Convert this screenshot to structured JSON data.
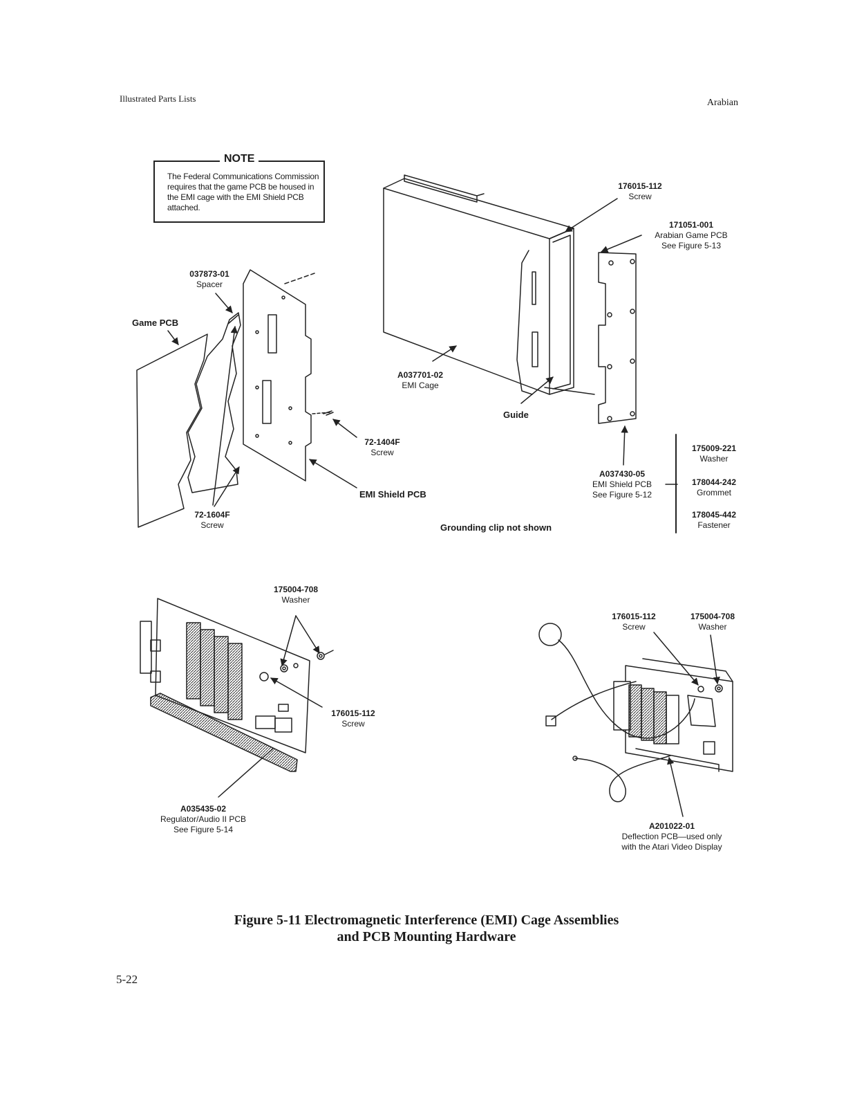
{
  "header": {
    "section": "Illustrated Parts Lists",
    "game": "Arabian"
  },
  "note": {
    "title": "NOTE",
    "text": "The Federal Communications Commission requires that the game PCB be housed in the EMI cage with the EMI Shield PCB attached."
  },
  "callouts": {
    "spacer": {
      "part": "037873-01",
      "name": "Spacer"
    },
    "game_pcb": {
      "name": "Game PCB"
    },
    "screw_72_1604f": {
      "part": "72-1604F",
      "name": "Screw"
    },
    "screw_72_1404f": {
      "part": "72-1404F",
      "name": "Screw"
    },
    "emi_shield_pcb": {
      "name": "EMI Shield PCB"
    },
    "emi_cage": {
      "part": "A037701-02",
      "name": "EMI Cage"
    },
    "guide": {
      "name": "Guide"
    },
    "cage_screw": {
      "part": "176015-112",
      "name": "Screw"
    },
    "arabian_game_pcb": {
      "part": "171051-001",
      "name": "Arabian Game PCB",
      "ref": "See Figure 5-13"
    },
    "shield_pcb_part": {
      "part": "A037430-05",
      "name": "EMI Shield PCB",
      "ref": "See Figure 5-12"
    },
    "washer_175009": {
      "part": "175009-221",
      "name": "Washer"
    },
    "grommet": {
      "part": "178044-242",
      "name": "Grommet"
    },
    "fastener": {
      "part": "178045-442",
      "name": "Fastener"
    },
    "grounding_note": "Grounding clip not shown",
    "reg_washer": {
      "part": "175004-708",
      "name": "Washer"
    },
    "reg_screw": {
      "part": "176015-112",
      "name": "Screw"
    },
    "regulator_pcb": {
      "part": "A035435-02",
      "name": "Regulator/Audio II PCB",
      "ref": "See Figure 5-14"
    },
    "defl_screw": {
      "part": "176015-112",
      "name": "Screw"
    },
    "defl_washer": {
      "part": "175004-708",
      "name": "Washer"
    },
    "deflection_pcb": {
      "part": "A201022-01",
      "line1": "Deflection PCB—used only",
      "line2": "with the Atari Video Display"
    }
  },
  "caption": {
    "line1": "Figure 5-11  Electromagnetic Interference (EMI) Cage Assemblies",
    "line2": "and PCB Mounting Hardware"
  },
  "page_number": "5-22"
}
